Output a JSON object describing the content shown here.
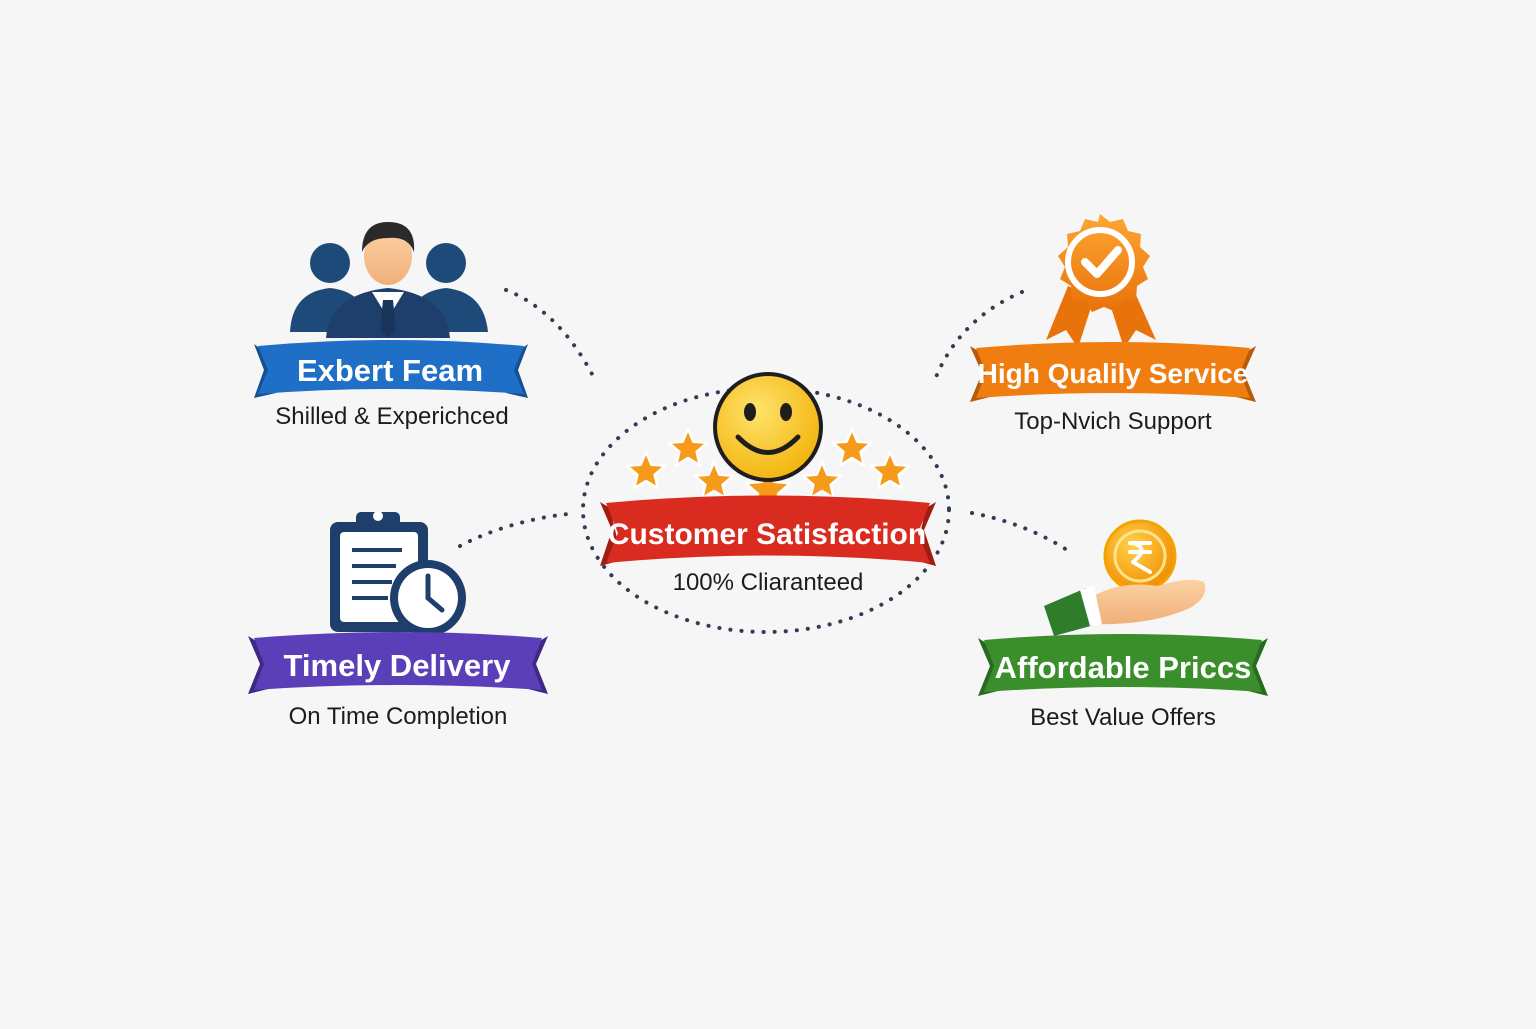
{
  "center": {
    "title": "Customer Satisfaction",
    "subtitle": "100% Cliaranteed",
    "icon": "smiley-face-icon",
    "stars_icon": "star-icon",
    "color": "#d92b1f"
  },
  "features": [
    {
      "id": "expert-team",
      "title": "Exbert Feam",
      "subtitle": "Shilled & Experichced",
      "icon": "team-people-icon",
      "color": "#1f6fc6"
    },
    {
      "id": "high-quality",
      "title": "High Qualily Service",
      "subtitle": "Top-Nvich Support",
      "icon": "award-ribbon-check-icon",
      "color": "#f07d10"
    },
    {
      "id": "timely-delivery",
      "title": "Timely Delivery",
      "subtitle": "On  Time Completion",
      "icon": "clipboard-clock-icon",
      "color": "#5b3fb8"
    },
    {
      "id": "affordable-prices",
      "title": "Affordable Priccs",
      "subtitle": "Best Value Offers",
      "icon": "hand-coin-icon",
      "color": "#3a8f2c"
    }
  ],
  "colors": {
    "background": "#f6f6f6",
    "dots": "#2f3d55",
    "star": "#f59a1b",
    "smiley": "#f7c21a"
  }
}
